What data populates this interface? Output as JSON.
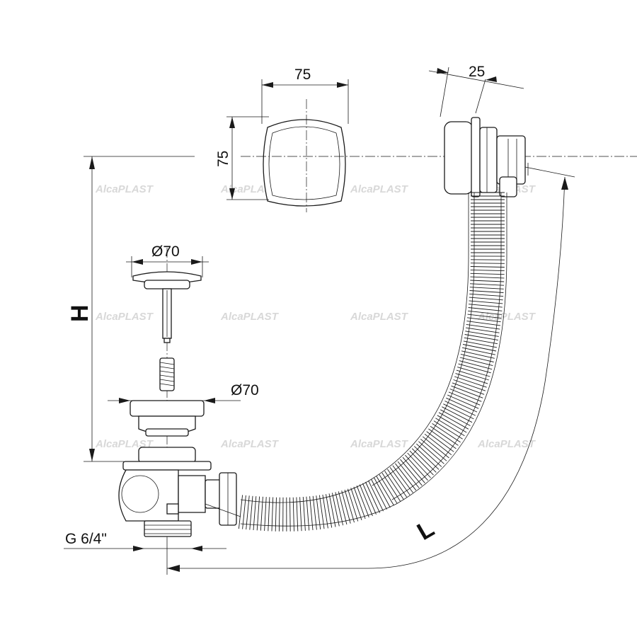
{
  "dimensions": {
    "cover_width": "75",
    "cover_height": "75",
    "overflow_depth": "25",
    "plug_diameter": "Ø70",
    "strainer_diameter": "Ø70",
    "thread": "G 6/4\"",
    "height_label": "H",
    "length_label": "L"
  },
  "watermark": "AlcaPLAST"
}
